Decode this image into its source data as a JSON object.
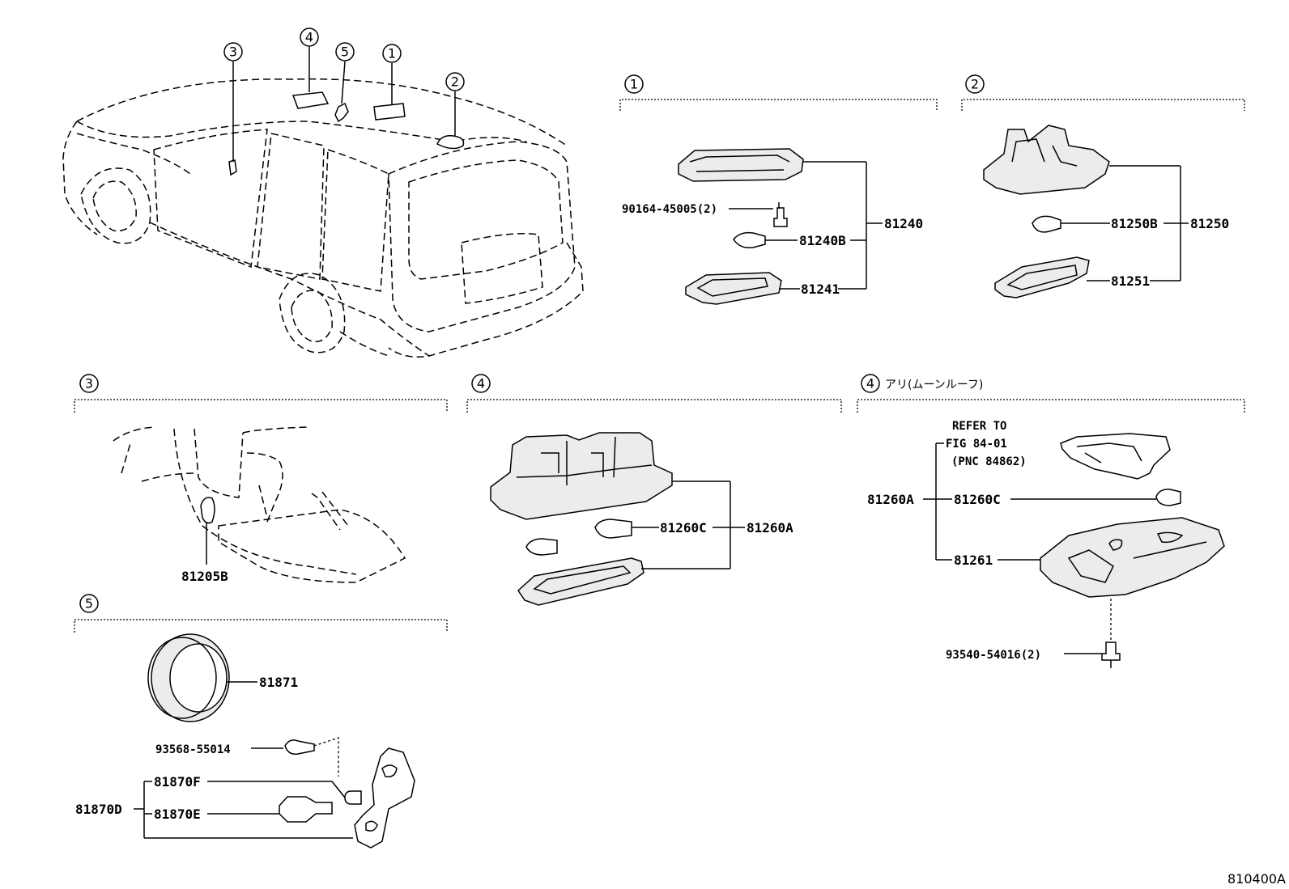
{
  "callouts": {
    "c1": "1",
    "c2": "2",
    "c3": "3",
    "c4": "4",
    "c5": "5"
  },
  "section4b_note": "アリ(ムーンルーフ)",
  "parts": {
    "p81240": "81240",
    "p81240B": "81240B",
    "p81241": "81241",
    "p90164": "90164-45005(2)",
    "p81250": "81250",
    "p81250B": "81250B",
    "p81251": "81251",
    "p81205B": "81205B",
    "p81260A_mid": "81260A",
    "p81260C_mid": "81260C",
    "refer1": "REFER TO",
    "refer2": "FIG 84-01",
    "refer3": "(PNC 84862)",
    "p81260A_r": "81260A",
    "p81260C_r": "81260C",
    "p81261": "81261",
    "p93540": "93540-54016(2)",
    "p81871": "81871",
    "p93568": "93568-55014",
    "p81870F": "81870F",
    "p81870E": "81870E",
    "p81870D": "81870D"
  },
  "figure_code": "810400A"
}
